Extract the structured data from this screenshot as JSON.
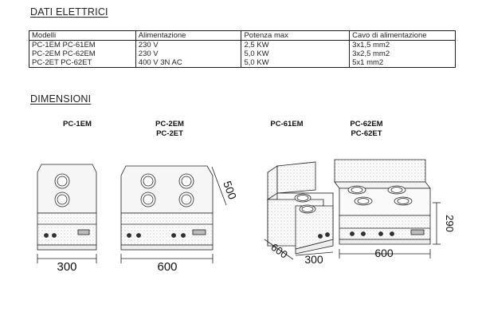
{
  "electrical": {
    "title": "DATI ELETTRICI",
    "headers": [
      "Modelli",
      "Alimentazione",
      "Potenza max",
      "Cavo di alimentazione"
    ],
    "rows": [
      [
        "PC-1EM PC-61EM",
        "230 V",
        "2,5 KW",
        "3x1,5 mm2"
      ],
      [
        "PC-2EM PC-62EM",
        "230 V",
        "5,0 KW",
        "3x2,5 mm2"
      ],
      [
        "PC-2ET PC-62ET",
        "400 V 3N AC",
        "5,0 KW",
        "5x1 mm2"
      ]
    ]
  },
  "dimensions": {
    "title": "DIMENSIONI",
    "models": {
      "m1": {
        "line1": "PC-1EM",
        "line2": ""
      },
      "m2": {
        "line1": "PC-2EM",
        "line2": "PC-2ET"
      },
      "m3": {
        "line1": "PC-61EM",
        "line2": ""
      },
      "m4": {
        "line1": "PC-62EM",
        "line2": "PC-62ET"
      }
    },
    "labels": {
      "w300a": "300",
      "w600a": "600",
      "d500": "500",
      "d600": "600",
      "w300b": "300",
      "w600b": "600",
      "h290": "290"
    }
  }
}
